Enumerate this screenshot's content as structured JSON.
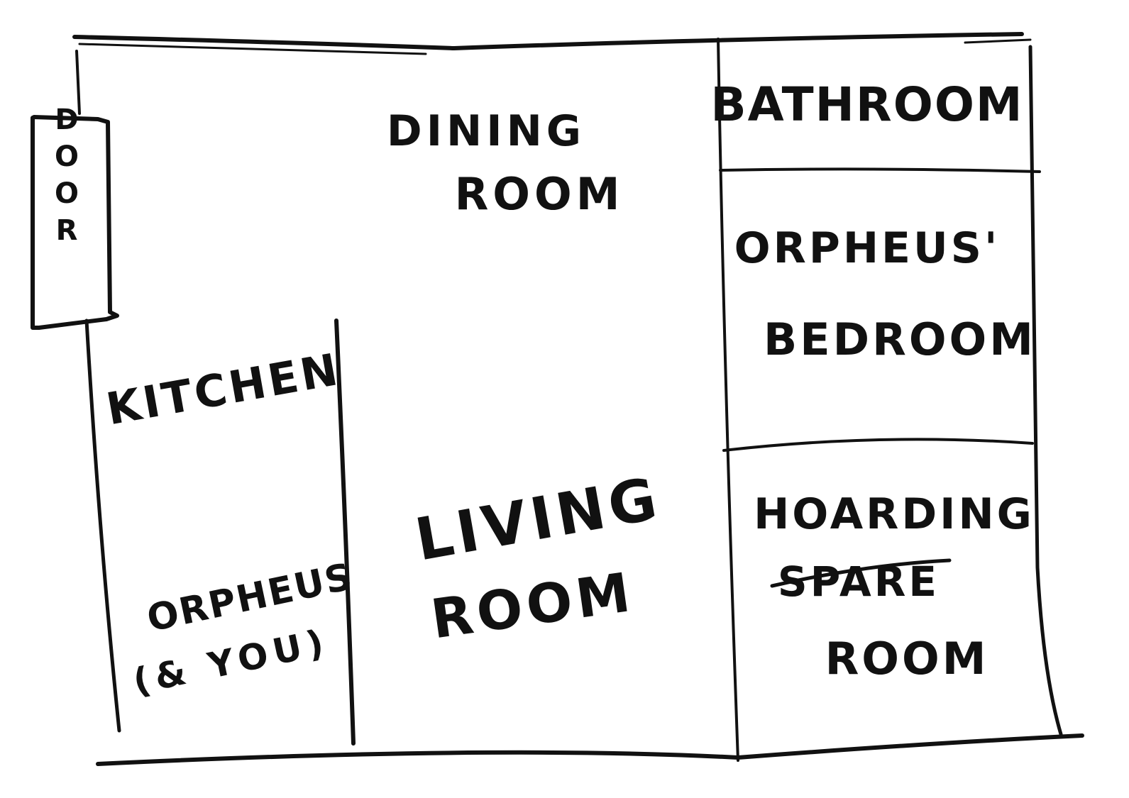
{
  "labels": {
    "door": "Door",
    "dining_line1": "Dining",
    "dining_line2": "Room",
    "bathroom": "Bathroom",
    "orpheus_bed_line1": "Orpheus'",
    "orpheus_bed_line2": "Bedroom",
    "kitchen": "Kitchen",
    "kitchen_note_line1": "Orpheus",
    "kitchen_note_line2": "(& You)",
    "living_line1": "Living",
    "living_line2": "Room",
    "hoarding": "Hoarding",
    "spare_struck": "Spare",
    "hoarding_room": "Room"
  },
  "colors": {
    "ink": "#111111",
    "paper": "#ffffff"
  }
}
